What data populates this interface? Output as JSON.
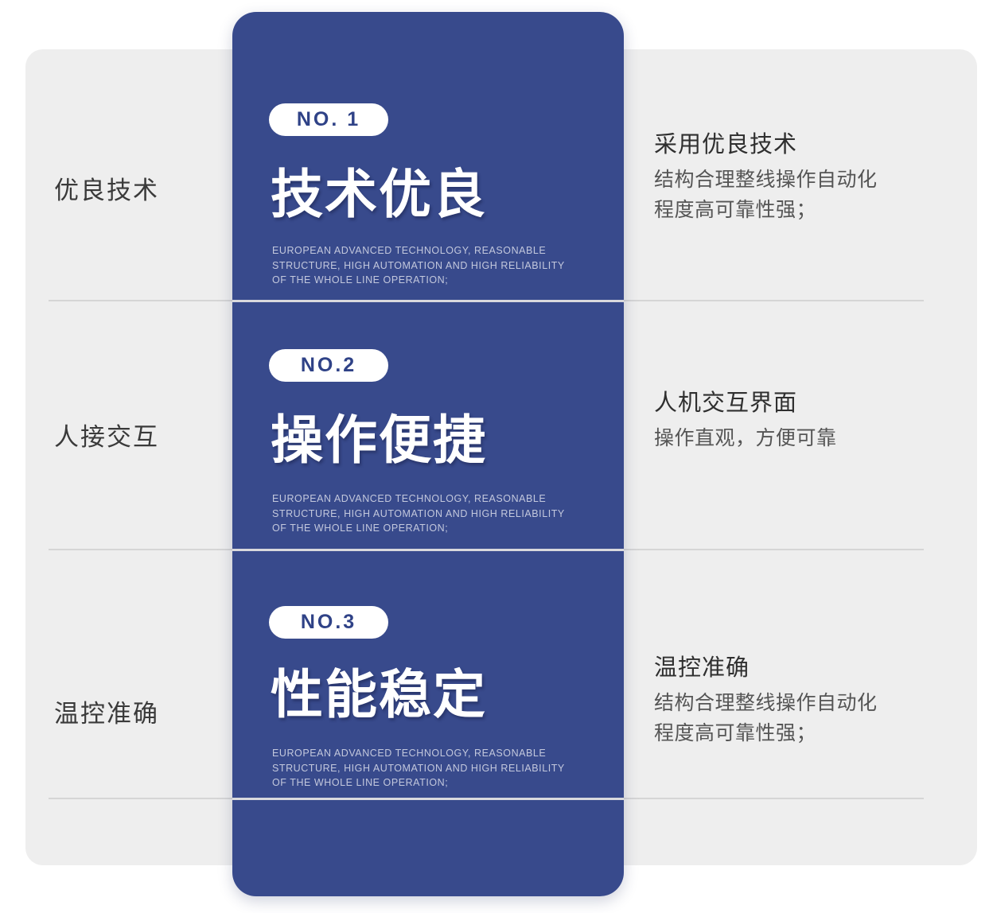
{
  "theme": {
    "card_blue": "#384a8c",
    "panel_grey": "#eeeeee",
    "badge_text_blue": "#2f4287",
    "divider_grey": "#d5d5d5",
    "sub_text": "#c3c8dd"
  },
  "rows": [
    {
      "label": "优良技术",
      "badge": "NO. 1",
      "heading": "技术优良",
      "sub_lines": [
        "EUROPEAN ADVANCED TECHNOLOGY, REASONABLE",
        "STRUCTURE, HIGH AUTOMATION AND HIGH RELIABILITY",
        "OF THE WHOLE LINE OPERATION;"
      ],
      "copy_title": "采用优良技术",
      "copy_lines": [
        "结构合理整线操作自动化",
        "程度高可靠性强；"
      ]
    },
    {
      "label": "人接交互",
      "badge": "NO.2",
      "heading": "操作便捷",
      "sub_lines": [
        "EUROPEAN ADVANCED TECHNOLOGY, REASONABLE",
        "STRUCTURE, HIGH AUTOMATION AND HIGH RELIABILITY",
        "OF THE WHOLE LINE OPERATION;"
      ],
      "copy_title": "人机交互界面",
      "copy_lines": [
        "操作直观，方便可靠"
      ]
    },
    {
      "label": "温控准确",
      "badge": "NO.3",
      "heading": "性能稳定",
      "sub_lines": [
        "EUROPEAN ADVANCED TECHNOLOGY, REASONABLE",
        "STRUCTURE, HIGH AUTOMATION AND HIGH RELIABILITY",
        "OF THE WHOLE LINE OPERATION;"
      ],
      "copy_title": "温控准确",
      "copy_lines": [
        "结构合理整线操作自动化",
        "程度高可靠性强；"
      ]
    }
  ]
}
